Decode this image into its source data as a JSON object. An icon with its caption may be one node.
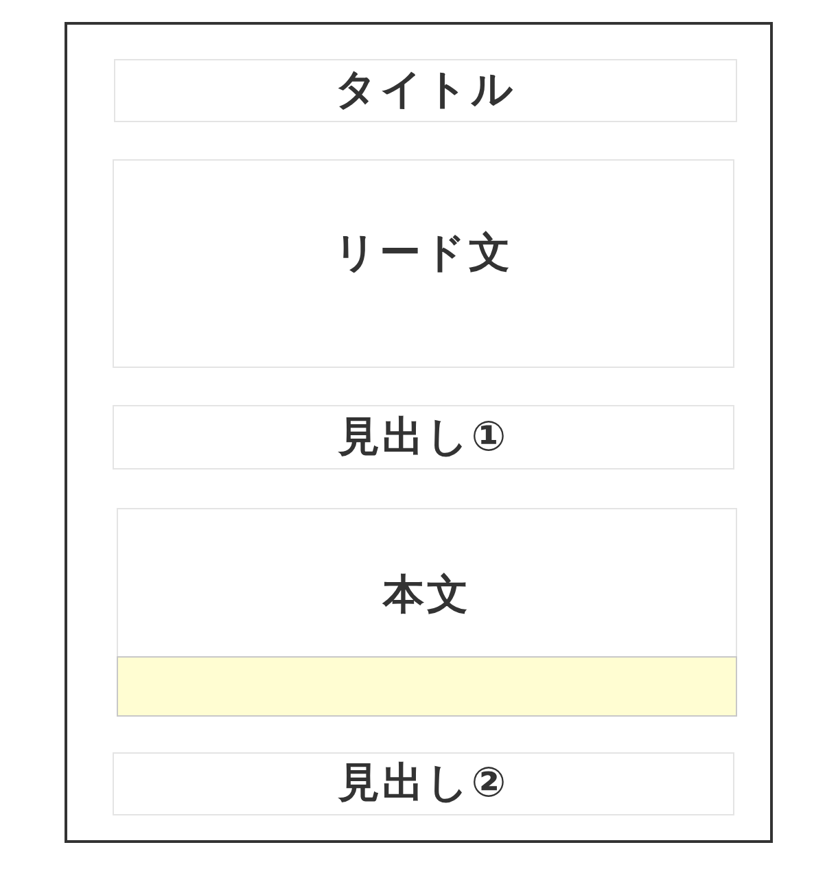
{
  "diagram": {
    "nodes": [
      {
        "text": [],
        "shape": "box"
      },
      {
        "text": [
          "タイトル"
        ],
        "in": 0
      },
      {
        "text": [
          "リード文"
        ],
        "in": 0
      },
      {
        "text": [
          "見出し①"
        ],
        "in": 0
      },
      {
        "text": [
          "本文"
        ],
        "in": 0
      },
      {
        "text": [],
        "shape": "bar",
        "in": 4
      },
      {
        "text": [
          "見出し②"
        ],
        "in": 0
      }
    ]
  }
}
